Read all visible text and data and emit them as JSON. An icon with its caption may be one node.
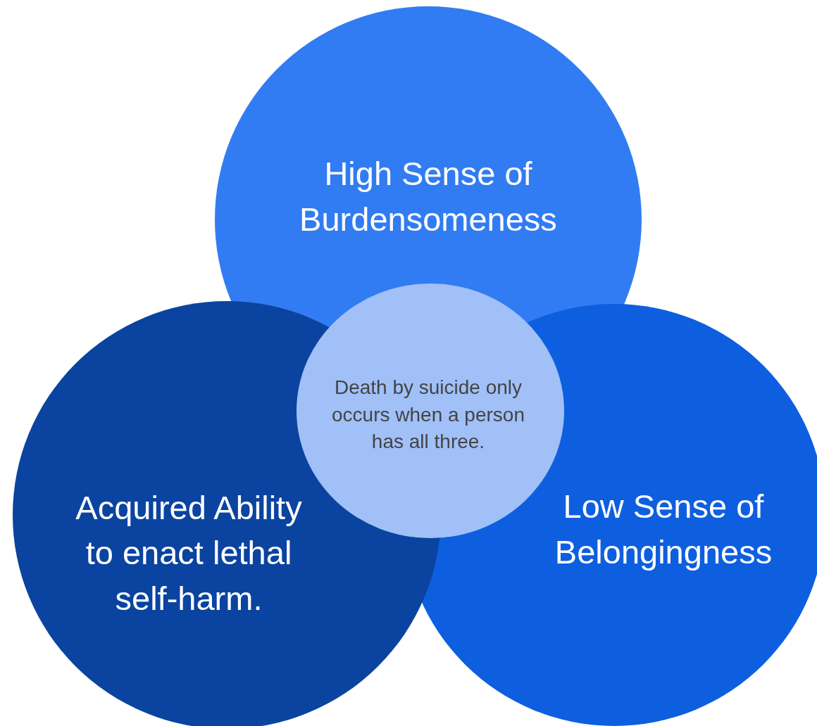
{
  "diagram": {
    "nodes": [
      {
        "text": [
          "High Sense of Burdensomeness"
        ]
      },
      {
        "text": [
          "Death by suicide only occurs when a person has all three."
        ]
      },
      {
        "text": [
          "Acquired Ability to enact lethal self-harm."
        ]
      },
      {
        "text": [
          "Low Sense of Belongingness"
        ]
      }
    ]
  }
}
